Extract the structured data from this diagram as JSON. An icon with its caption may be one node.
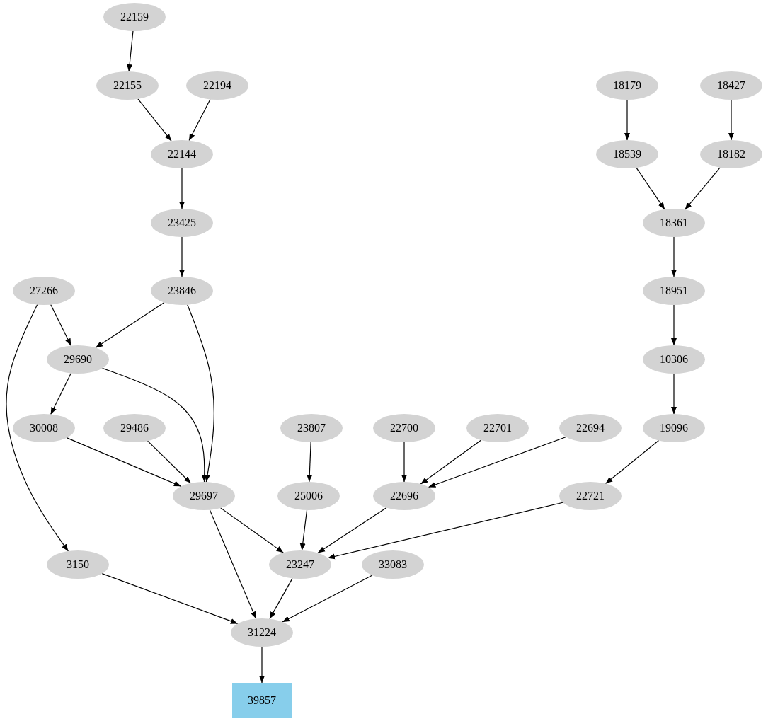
{
  "diagram": {
    "nodes": [
      {
        "text": [
          "22159"
        ]
      },
      {
        "text": [
          "22155"
        ]
      },
      {
        "text": [
          "22194"
        ]
      },
      {
        "text": [
          "18179"
        ]
      },
      {
        "text": [
          "18427"
        ]
      },
      {
        "text": [
          "22144"
        ]
      },
      {
        "text": [
          "18539"
        ]
      },
      {
        "text": [
          "18182"
        ]
      },
      {
        "text": [
          "23425"
        ]
      },
      {
        "text": [
          "18361"
        ]
      },
      {
        "text": [
          "27266"
        ]
      },
      {
        "text": [
          "23846"
        ]
      },
      {
        "text": [
          "18951"
        ]
      },
      {
        "text": [
          "29690"
        ]
      },
      {
        "text": [
          "10306"
        ]
      },
      {
        "text": [
          "30008"
        ]
      },
      {
        "text": [
          "29486"
        ]
      },
      {
        "text": [
          "23807"
        ]
      },
      {
        "text": [
          "22700"
        ]
      },
      {
        "text": [
          "22701"
        ]
      },
      {
        "text": [
          "22694"
        ]
      },
      {
        "text": [
          "19096"
        ]
      },
      {
        "text": [
          "29697"
        ]
      },
      {
        "text": [
          "25006"
        ]
      },
      {
        "text": [
          "22696"
        ]
      },
      {
        "text": [
          "22721"
        ]
      },
      {
        "text": [
          "3150"
        ]
      },
      {
        "text": [
          "23247"
        ]
      },
      {
        "text": [
          "33083"
        ]
      },
      {
        "text": [
          "31224"
        ]
      },
      {
        "text": [
          "39857"
        ]
      }
    ],
    "edges": [
      {
        "from": 0,
        "to": 1,
        "arrow": "to"
      },
      {
        "from": 1,
        "to": 5,
        "arrow": "to"
      },
      {
        "from": 2,
        "to": 5,
        "arrow": "to"
      },
      {
        "from": 3,
        "to": 6,
        "arrow": "to"
      },
      {
        "from": 4,
        "to": 7,
        "arrow": "to"
      },
      {
        "from": 6,
        "to": 9,
        "arrow": "to"
      },
      {
        "from": 7,
        "to": 9,
        "arrow": "to"
      },
      {
        "from": 5,
        "to": 8,
        "arrow": "to"
      },
      {
        "from": 8,
        "to": 11,
        "arrow": "to"
      },
      {
        "from": 9,
        "to": 12,
        "arrow": "to"
      },
      {
        "from": 12,
        "to": 14,
        "arrow": "to"
      },
      {
        "from": 14,
        "to": 21,
        "arrow": "to"
      },
      {
        "from": 10,
        "to": 13,
        "arrow": "to"
      },
      {
        "from": 11,
        "to": 13,
        "arrow": "to"
      },
      {
        "from": 10,
        "to": 26,
        "arrow": "to"
      },
      {
        "from": 11,
        "to": 22,
        "arrow": "to"
      },
      {
        "from": 13,
        "to": 15,
        "arrow": "to"
      },
      {
        "from": 13,
        "to": 22,
        "arrow": "to"
      },
      {
        "from": 15,
        "to": 22,
        "arrow": "to"
      },
      {
        "from": 16,
        "to": 22,
        "arrow": "to"
      },
      {
        "from": 17,
        "to": 23,
        "arrow": "to"
      },
      {
        "from": 18,
        "to": 24,
        "arrow": "to"
      },
      {
        "from": 19,
        "to": 24,
        "arrow": "to"
      },
      {
        "from": 20,
        "to": 24,
        "arrow": "to"
      },
      {
        "from": 21,
        "to": 25,
        "arrow": "to"
      },
      {
        "from": 22,
        "to": 27,
        "arrow": "to"
      },
      {
        "from": 23,
        "to": 27,
        "arrow": "to"
      },
      {
        "from": 24,
        "to": 27,
        "arrow": "to"
      },
      {
        "from": 25,
        "to": 27,
        "arrow": "to"
      },
      {
        "from": 22,
        "to": 29,
        "arrow": "to"
      },
      {
        "from": 26,
        "to": 29,
        "arrow": "to"
      },
      {
        "from": 27,
        "to": 29,
        "arrow": "to"
      },
      {
        "from": 28,
        "to": 29,
        "arrow": "to"
      },
      {
        "from": 29,
        "to": 30,
        "arrow": "to"
      }
    ]
  }
}
